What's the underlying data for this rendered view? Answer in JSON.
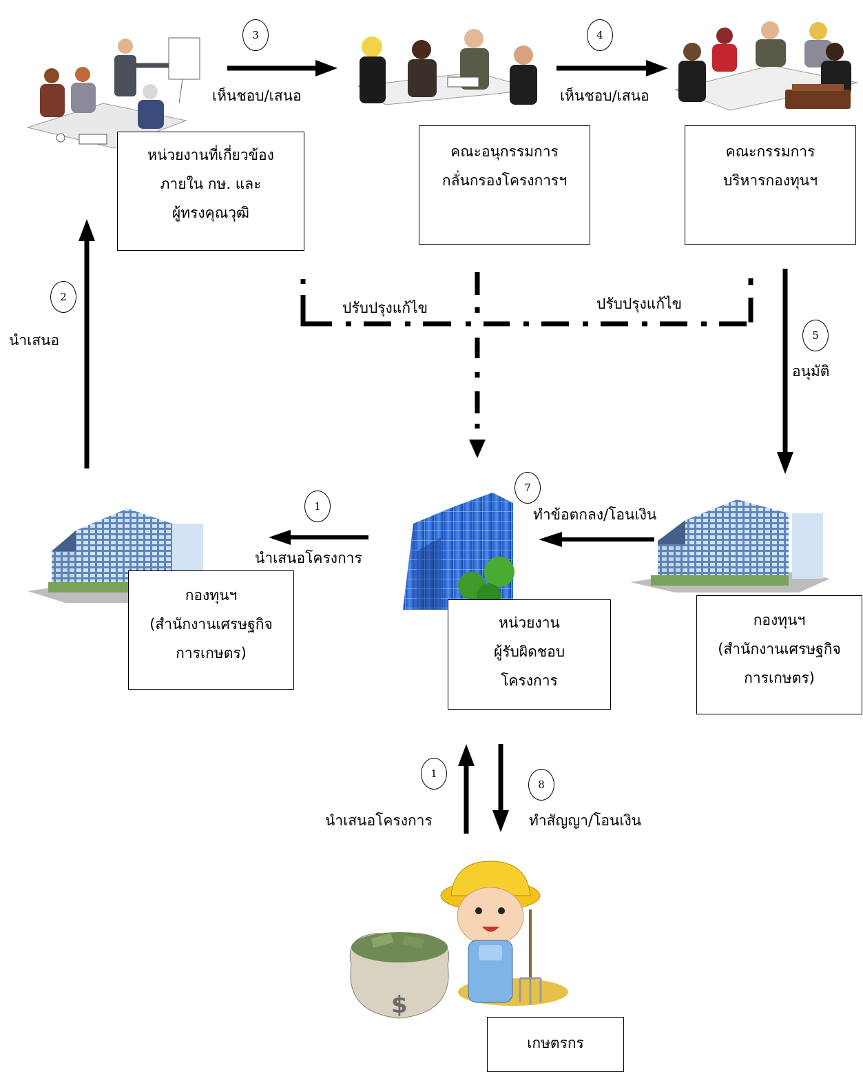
{
  "nodes": {
    "related_units": [
      "หน่วยงานที่เกี่ยวข้อง",
      "ภายใน กษ. และ",
      "ผู้ทรงคุณวุฒิ"
    ],
    "subcommittee": [
      "คณะอนุกรรมการ",
      "กลั่นกรองโครงการฯ"
    ],
    "committee": [
      "คณะกรรมการ",
      "บริหารกองทุนฯ"
    ],
    "fund_left": [
      "กองทุนฯ",
      "(สำนักงานเศรษฐกิจ",
      "การเกษตร)"
    ],
    "responsible_unit": [
      "หน่วยงาน",
      "ผู้รับผิดชอบ",
      "โครงการ"
    ],
    "fund_right": [
      "กองทุนฯ",
      "(สำนักงานเศรษฐกิจ",
      "การเกษตร)"
    ],
    "farmer": [
      "เกษตรกร"
    ]
  },
  "edges": {
    "step1_farmer_to_unit": {
      "num": "1",
      "label": "นำเสนอโครงการ"
    },
    "step8_unit_to_farmer": {
      "num": "8",
      "label": "ทำสัญญา/โอนเงิน"
    },
    "step1_unit_to_fund": {
      "num": "1",
      "label": "นำเสนอโครงการ"
    },
    "step2_fund_to_related": {
      "num": "2",
      "label": "นำเสนอ"
    },
    "step3_related_to_sub": {
      "num": "3",
      "label": "เห็นชอบ/เสนอ"
    },
    "step4_sub_to_committee": {
      "num": "4",
      "label": "เห็นชอบ/เสนอ"
    },
    "step5_committee_to_fund": {
      "num": "5",
      "label": "อนุมัติ"
    },
    "step7_fund_to_unit": {
      "num": "7",
      "label": "ทำข้อตกลง/โอนเงิน"
    },
    "revise_left": {
      "label": "ปรับปรุงแก้ไข"
    },
    "revise_right": {
      "label": "ปรับปรุงแก้ไข"
    }
  },
  "pictures": {
    "money_bag_symbol": "$"
  },
  "colors": {
    "building_glass": "#3a6fb0",
    "tower_glass": "#1d5fd0",
    "tree_green": "#3f9a2a",
    "hat_yellow": "#f3c21a",
    "overalls_blue": "#7fb5e6",
    "table_gray": "#9a9a9a"
  }
}
